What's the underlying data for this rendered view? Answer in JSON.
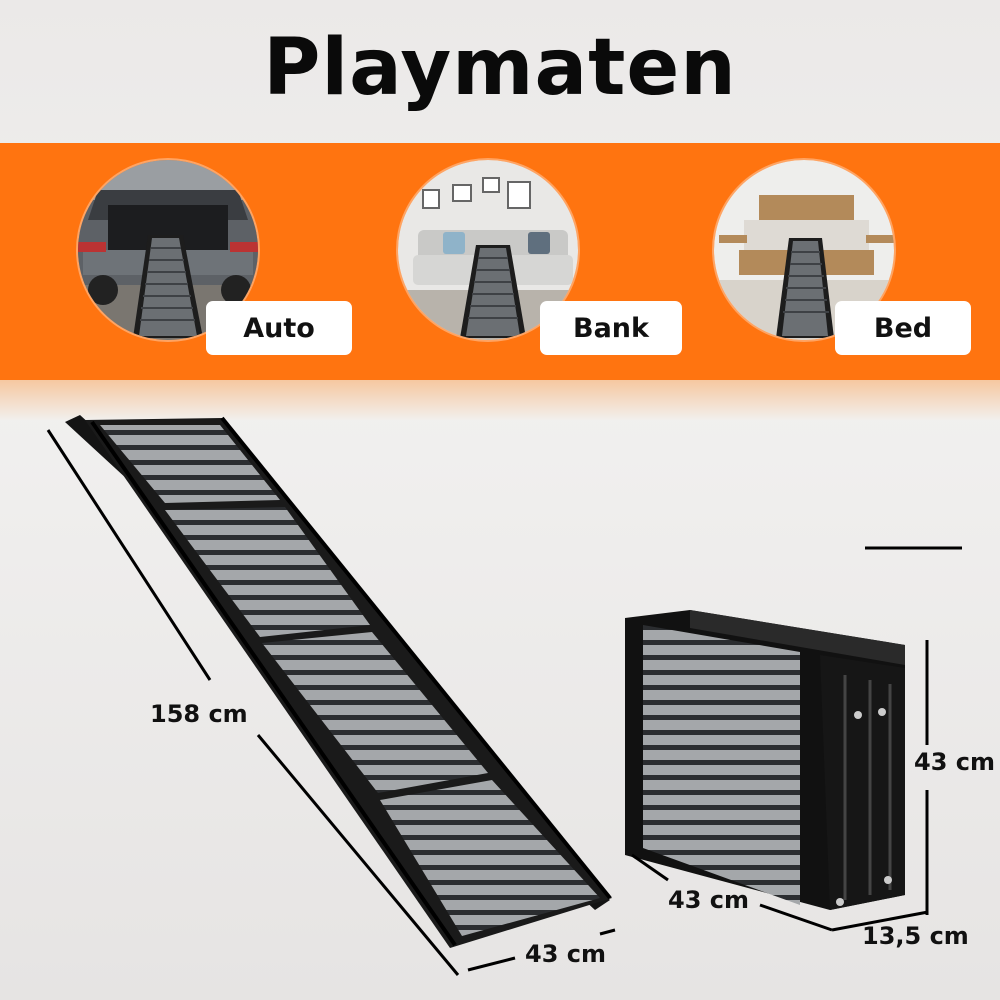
{
  "title": "Playmaten",
  "accent_color": "#ff7410",
  "uses": [
    {
      "label": "Auto",
      "scene_icon": "car-trunk-ramp-icon"
    },
    {
      "label": "Bank",
      "scene_icon": "sofa-ramp-icon"
    },
    {
      "label": "Bed",
      "scene_icon": "bed-ramp-icon"
    }
  ],
  "dimensions": {
    "unfolded_length": "158 cm",
    "unfolded_width": "43 cm",
    "folded_height": "43 cm",
    "folded_width": "43 cm",
    "folded_depth": "13,5 cm"
  }
}
